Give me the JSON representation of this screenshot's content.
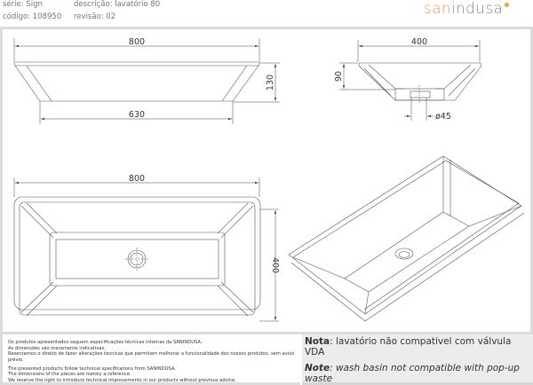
{
  "header": {
    "serie": "série: Sign",
    "descricao": "descrição: lavatório 80",
    "codigo": "código: 108950",
    "revisao": "revisão: 02",
    "logo": "sanindusa",
    "logo_accent": "#f29a4a"
  },
  "drawings": {
    "side_view": {
      "width_top": "800",
      "width_bottom": "630",
      "height": "130"
    },
    "end_view": {
      "width": "400",
      "height": "90",
      "drain_diameter": "ø45"
    },
    "plan_view": {
      "width": "800",
      "depth": "400"
    }
  },
  "disclaimer": {
    "pt": [
      "Os produtos apresentados seguem especificações técnicas internas da SANINDUSA.",
      "As dimensões são meramente indicativas.",
      "Reservamos o direito de fazer alterações técnicas que permitam melhorar a funcionalidade dos nossos produtos, sem aviso prévio."
    ],
    "en": [
      "The presented products follow technical specifications from SANINDUSA.",
      "The dimensions of the pieces are merely a reference.",
      "We reserve the right to introduce technical improvements in our products without previous advice."
    ]
  },
  "note": {
    "pt_label": "Nota",
    "pt_text": ": lavatório não compativel com válvula VDA",
    "en_label": "Note",
    "en_text": ": wash basin not compatible with pop-up waste"
  }
}
